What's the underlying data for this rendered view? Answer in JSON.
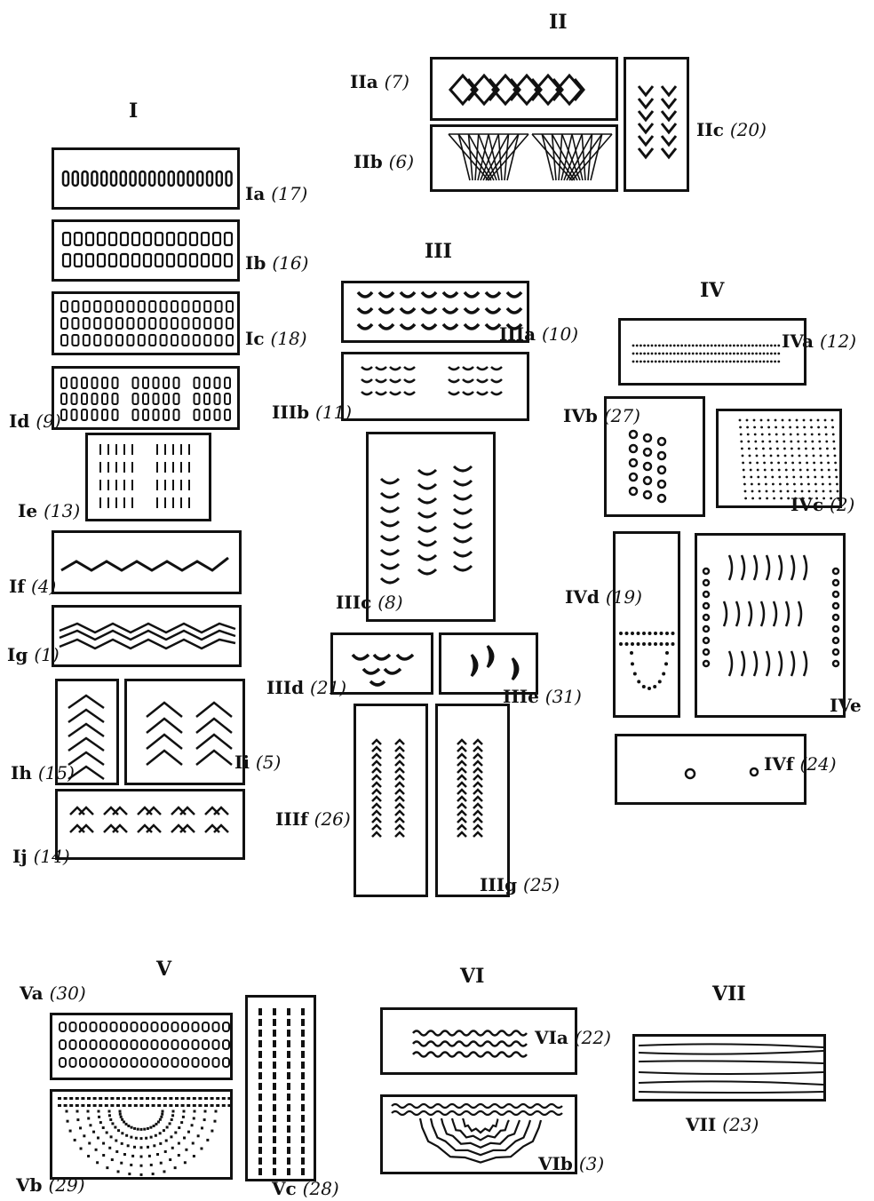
{
  "groups": {
    "I": "I",
    "II": "II",
    "III": "III",
    "IV": "IV",
    "V": "V",
    "VI": "VI",
    "VII": "VII"
  },
  "labels": {
    "Ia": {
      "code": "Ia",
      "num": "(17)"
    },
    "Ib": {
      "code": "Ib",
      "num": "(16)"
    },
    "Ic": {
      "code": "Ic",
      "num": "(18)"
    },
    "Id": {
      "code": "Id",
      "num": "(9)"
    },
    "Ie": {
      "code": "Ie",
      "num": "(13)"
    },
    "If": {
      "code": "If",
      "num": "(4)"
    },
    "Ig": {
      "code": "Ig",
      "num": "(1)"
    },
    "Ih": {
      "code": "Ih",
      "num": "(15)"
    },
    "Ii": {
      "code": "Ii",
      "num": "(5)"
    },
    "Ij": {
      "code": "Ij",
      "num": "(14)"
    },
    "IIa": {
      "code": "IIa",
      "num": "(7)"
    },
    "IIb": {
      "code": "IIb",
      "num": "(6)"
    },
    "IIc": {
      "code": "IIc",
      "num": "(20)"
    },
    "IIIa": {
      "code": "IIIa",
      "num": "(10)"
    },
    "IIIb": {
      "code": "IIIb",
      "num": "(11)"
    },
    "IIIc": {
      "code": "IIIc",
      "num": "(8)"
    },
    "IIId": {
      "code": "IIId",
      "num": "(21)"
    },
    "IIIe": {
      "code": "IIIe",
      "num": "(31)"
    },
    "IIIf": {
      "code": "IIIf",
      "num": "(26)"
    },
    "IIIg": {
      "code": "IIIg",
      "num": "(25)"
    },
    "IVa": {
      "code": "IVa",
      "num": "(12)"
    },
    "IVb": {
      "code": "IVb",
      "num": "(27)"
    },
    "IVc": {
      "code": "IVc",
      "num": "(2)"
    },
    "IVd": {
      "code": "IVd",
      "num": "(19)"
    },
    "IVe": {
      "code": "IVe",
      "num": ""
    },
    "IVf": {
      "code": "IVf",
      "num": "(24)"
    },
    "Va": {
      "code": "Va",
      "num": "(30)"
    },
    "Vb": {
      "code": "Vb",
      "num": "(29)"
    },
    "Vc": {
      "code": "Vc",
      "num": "(28)"
    },
    "VIa": {
      "code": "VIa",
      "num": "(22)"
    },
    "VIb": {
      "code": "VIb",
      "num": "(3)"
    },
    "VII": {
      "code": "VII",
      "num": "(23)"
    }
  }
}
